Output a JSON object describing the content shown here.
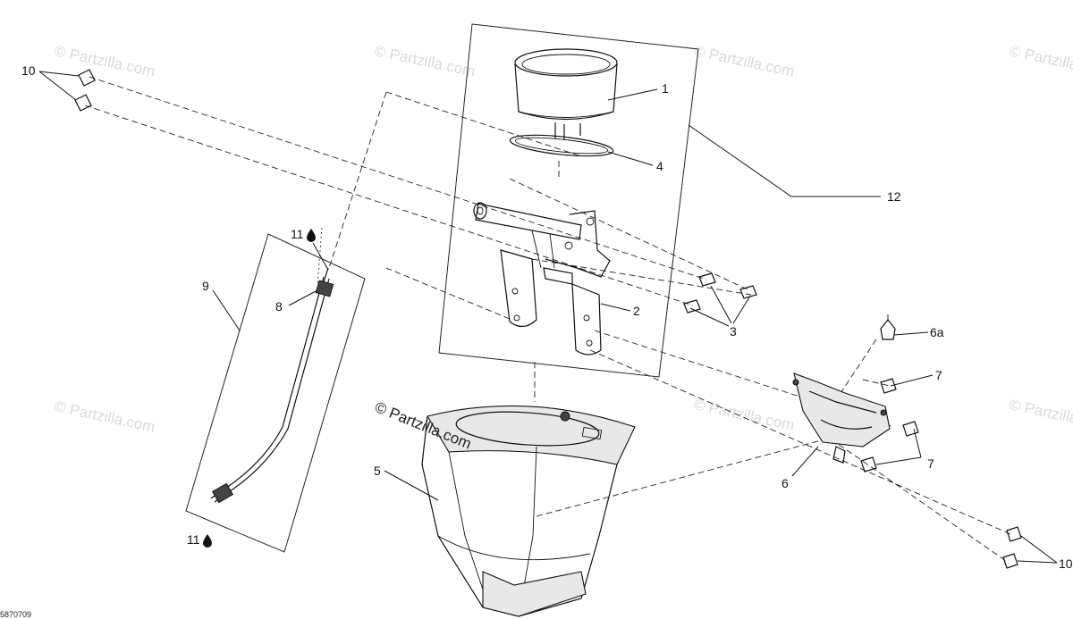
{
  "watermark": "© Partzilla.com",
  "center_watermark": "© Partzilla.com",
  "drawing_code": "5870709",
  "callouts": {
    "c1": "1",
    "c2": "2",
    "c3": "3",
    "c4": "4",
    "c5": "5",
    "c6": "6",
    "c6a": "6a",
    "c7a": "7",
    "c7b": "7",
    "c8": "8",
    "c9": "9",
    "c10a": "10",
    "c10b": "10",
    "c11a": "11",
    "c11b": "11",
    "c12": "12"
  },
  "icons": {
    "lubricant": "drop-icon"
  }
}
